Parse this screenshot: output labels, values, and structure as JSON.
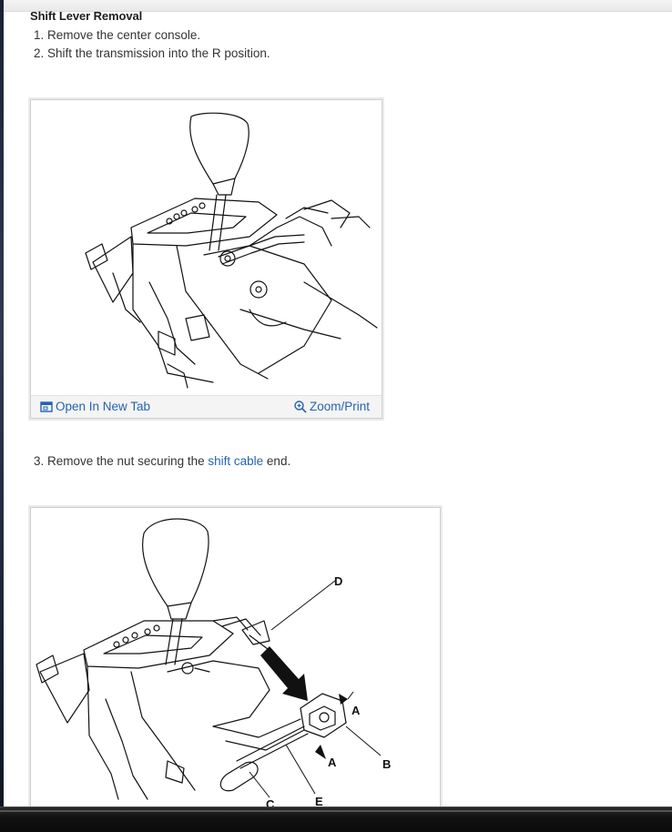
{
  "section": {
    "title": "Shift Lever Removal"
  },
  "steps": [
    {
      "text": "1. Remove the center console."
    },
    {
      "text": "2. Shift the transmission into the R position."
    }
  ],
  "step3": {
    "prefix": "3. Remove the nut securing the ",
    "link": "shift cable",
    "suffix": " end."
  },
  "figure1": {
    "open_label": "Open In New Tab",
    "zoom_label": "Zoom/Print"
  },
  "figure2": {
    "callouts": [
      "D",
      "A",
      "A",
      "B",
      "C",
      "E"
    ]
  },
  "icons": {
    "open": "open-new-tab-icon",
    "zoom": "magnifier-plus-icon"
  },
  "colors": {
    "link": "#2563b0",
    "text": "#333333"
  }
}
